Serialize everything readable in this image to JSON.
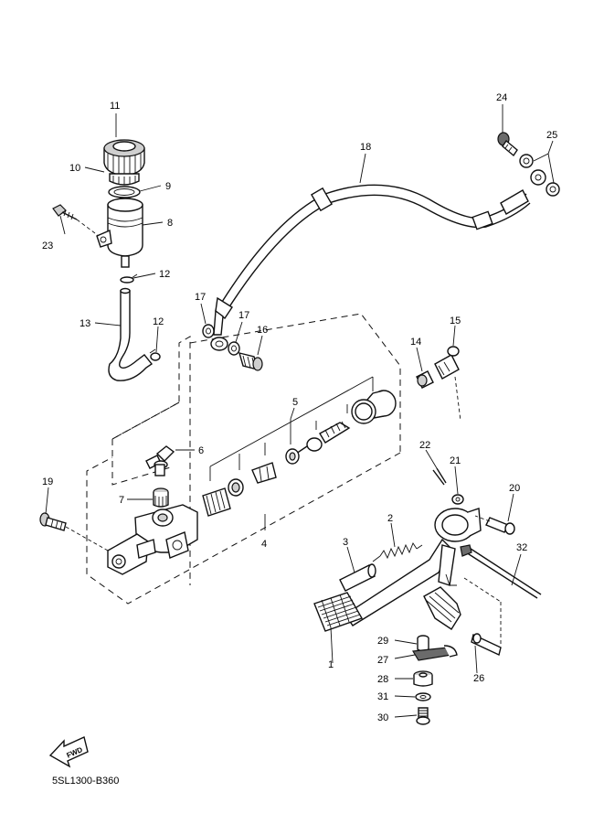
{
  "callouts": {
    "p1": "1",
    "p2": "2",
    "p3": "3",
    "p4": "4",
    "p5": "5",
    "p6": "6",
    "p7": "7",
    "p8": "8",
    "p9": "9",
    "p10": "10",
    "p11": "11",
    "p12a": "12",
    "p12b": "12",
    "p13": "13",
    "p14": "14",
    "p15": "15",
    "p16": "16",
    "p17a": "17",
    "p17b": "17",
    "p18": "18",
    "p19": "19",
    "p20": "20",
    "p21": "21",
    "p22": "22",
    "p23": "23",
    "p24": "24",
    "p25": "25",
    "p26": "26",
    "p27": "27",
    "p28": "28",
    "p29": "29",
    "p30": "30",
    "p31": "31",
    "p32": "32"
  },
  "fwd_label": "FWD",
  "diagram_code": "5SL1300-B360"
}
